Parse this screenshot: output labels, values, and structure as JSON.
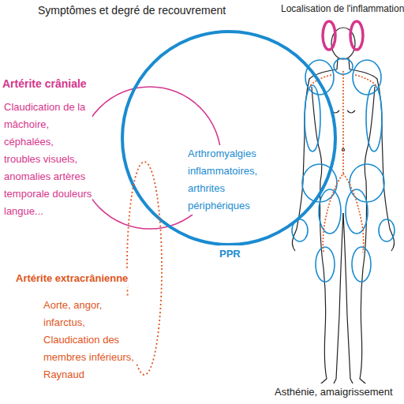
{
  "diagram": {
    "title": "Symptômes et degré de recouvrement",
    "nodes": [
      {
        "text": [
          "Artérite crâniale",
          "Claudication de la mâchoire, céphalées, troubles visuels, anomalies artères temporale douleurs langue..."
        ]
      },
      {
        "text": [
          "Arthromyalgies inflammatoires, arthrites périphériques",
          "PPR"
        ]
      },
      {
        "text": [
          "Artérite extracrânienne",
          "Aorte, angor, infarctus, Claudication des membres inférieurs, Raynaud"
        ]
      }
    ],
    "labels": [
      "Localisation de l'inflammation",
      "Asthénie, amaigrissement"
    ]
  }
}
